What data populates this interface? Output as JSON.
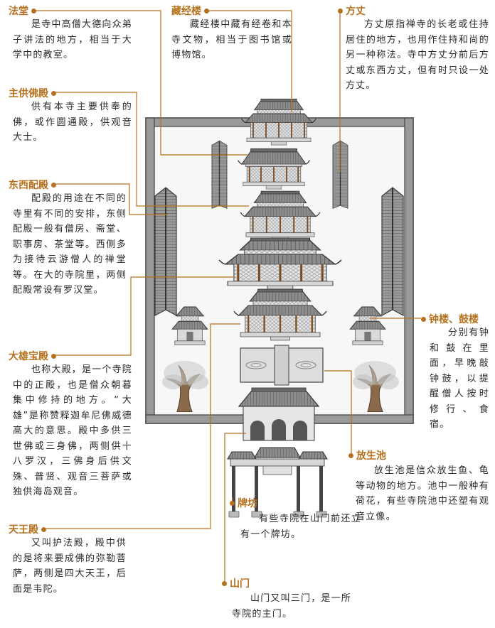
{
  "items": [
    {
      "title": "法堂",
      "desc": "是寺中高僧大德向众弟子讲法的地方，相当于大学中的教室。"
    },
    {
      "title": "藏经楼",
      "desc": "藏经楼中藏有经卷和本寺文物，相当于图书馆或博物馆。"
    },
    {
      "title": "方丈",
      "desc": "方丈原指禅寺的长老或住持居住的地方，也用作住持和尚的另一种称法。寺中方丈分前后方丈或东西方丈，但有时只设一处方丈。"
    },
    {
      "title": "主供佛殿",
      "desc": "供有本寺主要供奉的佛，或作圆通殿，供观音大士。"
    },
    {
      "title": "东西配殿",
      "desc": "配殿的用途在不同的寺里有不同的安排，东侧配殿一般有僧房、斋堂、职事房、茶堂等。西侧多为接待云游僧人的禅堂等。在大的寺院里，两侧配殿常设有罗汉堂。"
    },
    {
      "title": "钟楼、鼓楼",
      "desc": "分别有钟和鼓在里面，早晚敲钟鼓，以提醒僧人按时修行、食宿。"
    },
    {
      "title": "大雄宝殿",
      "desc": "也称大殿，是一个寺院中的正殿，也是僧众朝暮集中修持的地方。“大雄”是称赞释迦牟尼佛威德高大的意思。殿中多供三世佛或三身佛，两侧供十八罗汉，三佛身后供文殊、普贤、观音三菩萨或独供海岛观音。"
    },
    {
      "title": "放生池",
      "desc": "放生池是信众放生鱼、龟等动物的地方。池中一般种有荷花，有些寺院池中还塑有观音立像。"
    },
    {
      "title": "牌坊",
      "desc": "有些寺院在山门前还立有一个牌坊。"
    },
    {
      "title": "天王殿",
      "desc": "又叫护法殿，殿中供的是将来要成佛的弥勒菩萨，两侧是四大天王，后面是韦陀。"
    },
    {
      "title": "山门",
      "desc": "山门又叫三门，是一所寺院的主门。"
    }
  ],
  "colors": {
    "accent": "#b5711d",
    "wall": "#8a8a8a",
    "roof": "#6e6e6e",
    "pond": "#d8d8d8"
  }
}
